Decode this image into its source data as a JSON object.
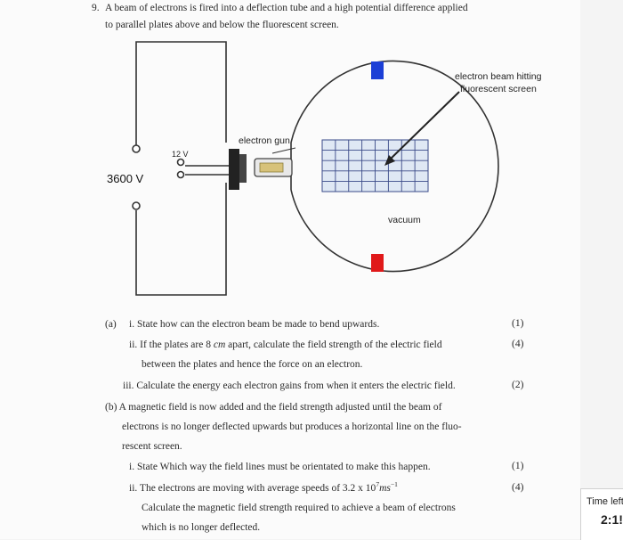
{
  "question": {
    "number": "9.",
    "intro_line1": "A beam of electrons is fired into a deflection tube and a high potential difference applied",
    "intro_line2": "to parallel plates above and below the fluorescent screen."
  },
  "diagram": {
    "label_beam_line1": "electron beam hitting",
    "label_beam_line2": "fluorescent screen",
    "label_gun": "electron gun",
    "label_12v": "12 V",
    "label_3600v": "3600 V",
    "label_vacuum": "vacuum",
    "colors": {
      "top_plate": "#1c3fd6",
      "bottom_plate": "#e0191a",
      "grid": "#3a4a88"
    }
  },
  "parts": {
    "a_label": "(a)",
    "a_i": "i. State how can the electron beam be made to bend upwards.",
    "a_i_marks": "(1)",
    "a_ii_pre": "ii. If the plates are 8 ",
    "a_ii_unit": "cm",
    "a_ii_post": " apart, calculate the field strength of the electric field",
    "a_ii_line2": "between the plates and hence the force on an electron.",
    "a_ii_marks": "(4)",
    "a_iii": "iii. Calculate the energy each electron gains from when it enters the electric field.",
    "a_iii_marks": "(2)",
    "b_line1": "(b) A magnetic field is now added and the field strength adjusted until the beam of",
    "b_line2": "electrons is no longer deflected upwards but produces a horizontal line on the fluo-",
    "b_line3": "rescent screen.",
    "b_i": "i. State Which way the field lines must be orientated to make this happen.",
    "b_i_marks": "(1)",
    "b_ii_pre": "ii. The electrons are moving with average speeds of 3.2 x 10",
    "b_ii_exp": "7",
    "b_ii_unit": "ms",
    "b_ii_unit_exp": "−1",
    "b_ii_marks": "(4)",
    "b_ii_line2": "Calculate the magnetic field strength required to achieve a beam of electrons",
    "b_ii_line3": "which is no longer deflected."
  },
  "timer": {
    "label": "Time left",
    "value": "2:1!"
  }
}
